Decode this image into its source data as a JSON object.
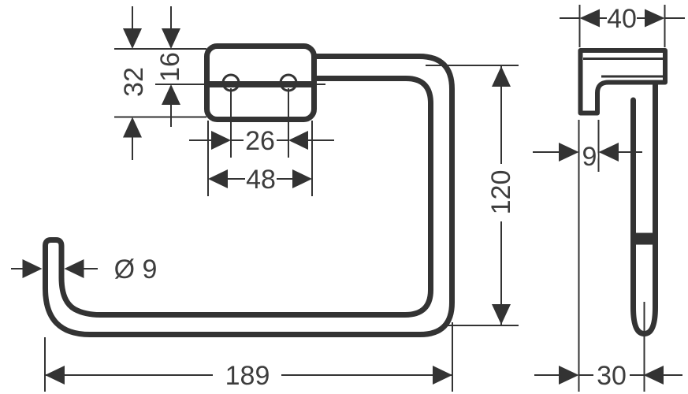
{
  "colors": {
    "line": "#333333",
    "text": "#3d3d3d",
    "background": "#ffffff"
  },
  "dimensions": {
    "front": {
      "plate_height": "32",
      "hole_offset_from_top": "16",
      "hole_spacing": "26",
      "plate_width": "48",
      "ring_height": "120",
      "ring_width": "189",
      "tube_diameter": "Ø 9"
    },
    "side": {
      "profile_depth": "40",
      "plate_thickness": "9",
      "wall_to_tube_center": "30"
    }
  }
}
